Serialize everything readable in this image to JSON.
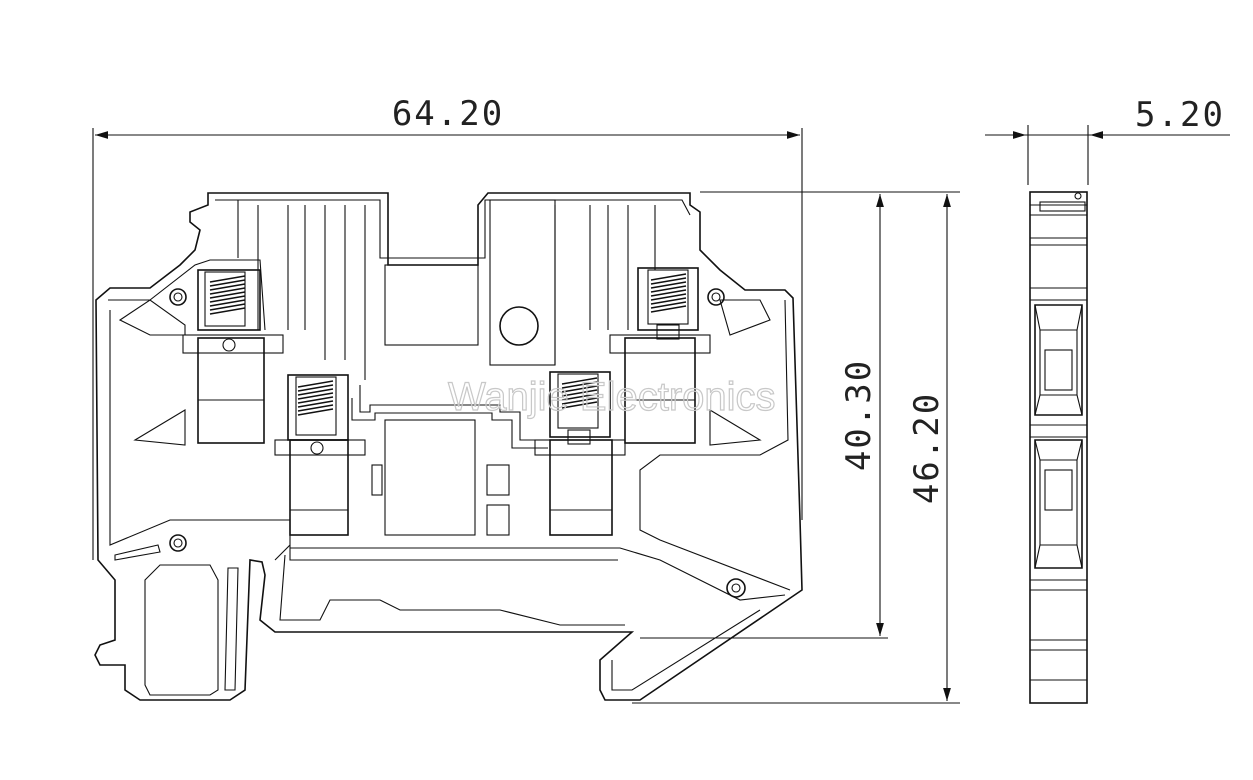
{
  "dimensions": {
    "width": "64.20",
    "thickness": "5.20",
    "height_inner": "40.30",
    "height_total": "46.20"
  },
  "watermark": "Wanjie Electronics"
}
